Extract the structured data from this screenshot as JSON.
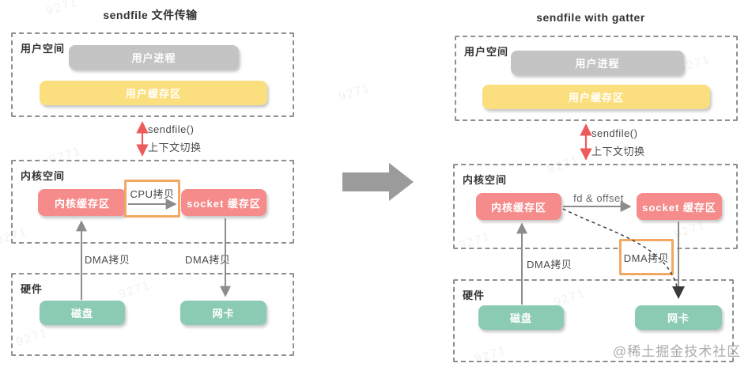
{
  "colors": {
    "box_red": "#f58b8b",
    "box_yellow": "#fbdf7e",
    "box_gray": "#c4c4c4",
    "box_green": "#8ccbb3",
    "highlight_border": "#f2a863",
    "arrow_red": "#ee5b5b",
    "arrow_gray": "#8c8c8c",
    "big_arrow": "#9b9b9b"
  },
  "left": {
    "title": "sendfile 文件传输",
    "user_space": {
      "label": "用户空间",
      "process": "用户进程",
      "buffer": "用户缓存区"
    },
    "syscall": {
      "name": "sendfile()",
      "desc": "上下文切换"
    },
    "kernel_space": {
      "label": "内核空间",
      "kernel_buffer": "内核缓存区",
      "cpu_copy": "CPU拷贝",
      "socket_buffer": "socket 缓存区"
    },
    "dma": {
      "left": "DMA拷贝",
      "right": "DMA拷贝"
    },
    "hardware": {
      "label": "硬件",
      "disk": "磁盘",
      "nic": "网卡"
    }
  },
  "right": {
    "title": "sendfile with gatter",
    "user_space": {
      "label": "用户空间",
      "process": "用户进程",
      "buffer": "用户缓存区"
    },
    "syscall": {
      "name": "sendfile()",
      "desc": "上下文切换"
    },
    "kernel_space": {
      "label": "内核空间",
      "kernel_buffer": "内核缓存区",
      "fd_offset": "fd & offset",
      "socket_buffer": "socket 缓存区"
    },
    "dma": {
      "left": "DMA拷贝",
      "highlight": "DMA拷贝"
    },
    "hardware": {
      "label": "硬件",
      "disk": "磁盘",
      "nic": "网卡"
    }
  },
  "watermarks": {
    "site": "@稀土掘金技术社区",
    "faint": "9271"
  }
}
